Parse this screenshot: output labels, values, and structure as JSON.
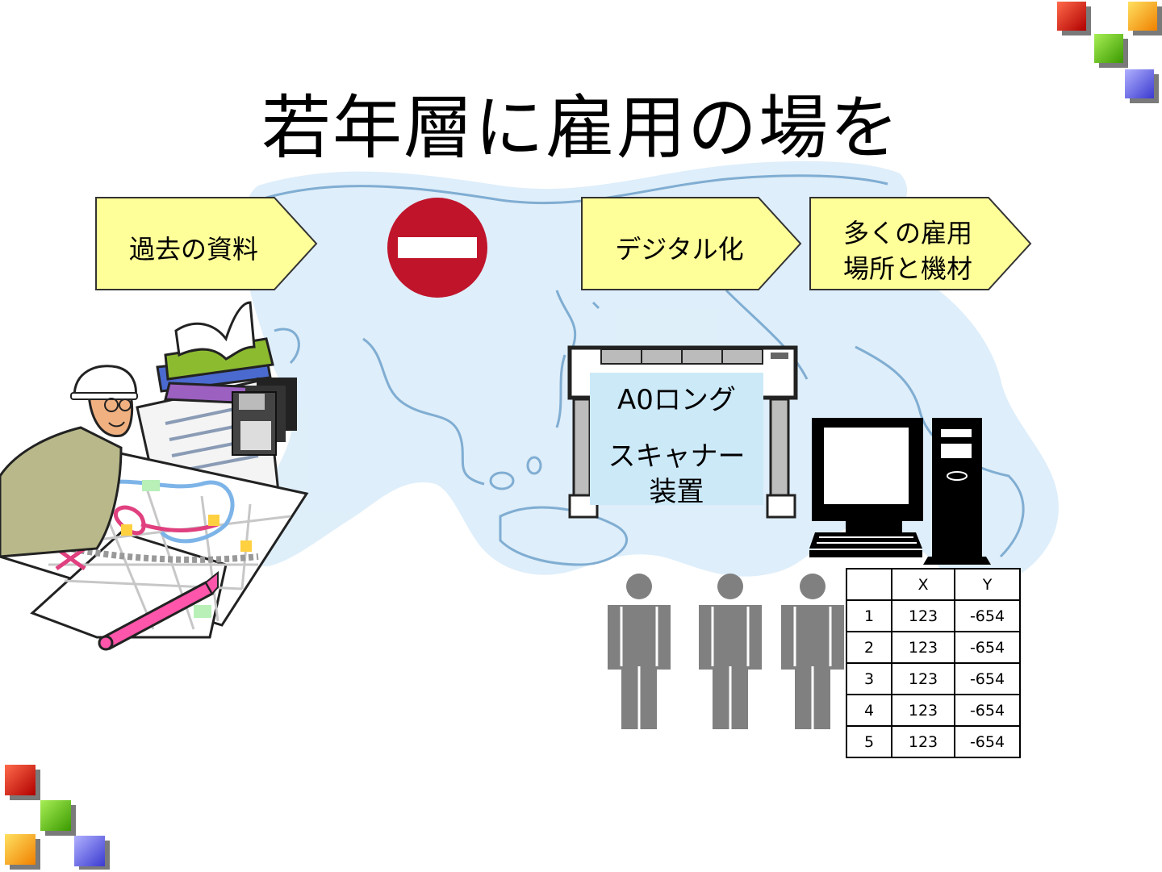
{
  "slide": {
    "title": "若年層に雇用の場を",
    "arrows": {
      "past_materials": "過去の資料",
      "digitize": "デジタル化",
      "employment_line1": "多くの雇用",
      "employment_line2": "場所と機材"
    },
    "scanner": {
      "line1": "A0ロング",
      "line2": "スキャナー",
      "line3": "装置"
    },
    "table": {
      "headers": [
        "",
        "X",
        "Y"
      ],
      "rows": [
        [
          "1",
          "123",
          "-654"
        ],
        [
          "2",
          "123",
          "-654"
        ],
        [
          "3",
          "123",
          "-654"
        ],
        [
          "4",
          "123",
          "-654"
        ],
        [
          "5",
          "123",
          "-654"
        ]
      ]
    },
    "icons": [
      "no-entry-icon",
      "worker-icon",
      "books-icon",
      "floppy-disk-icon",
      "map-icon",
      "marker-pen-icon",
      "scanner-icon",
      "computer-icon",
      "person-icon",
      "world-map-background"
    ],
    "colors": {
      "arrow_fill": "#ffff99",
      "scanner_panel": "#cce9f8",
      "world_map": "#d3e9f7",
      "no_entry_red": "#c0142b",
      "person_gray": "#808080",
      "square_red": "#e02020",
      "square_green": "#66cc22",
      "square_orange": "#ffaa22",
      "square_blue": "#6666ee"
    }
  }
}
